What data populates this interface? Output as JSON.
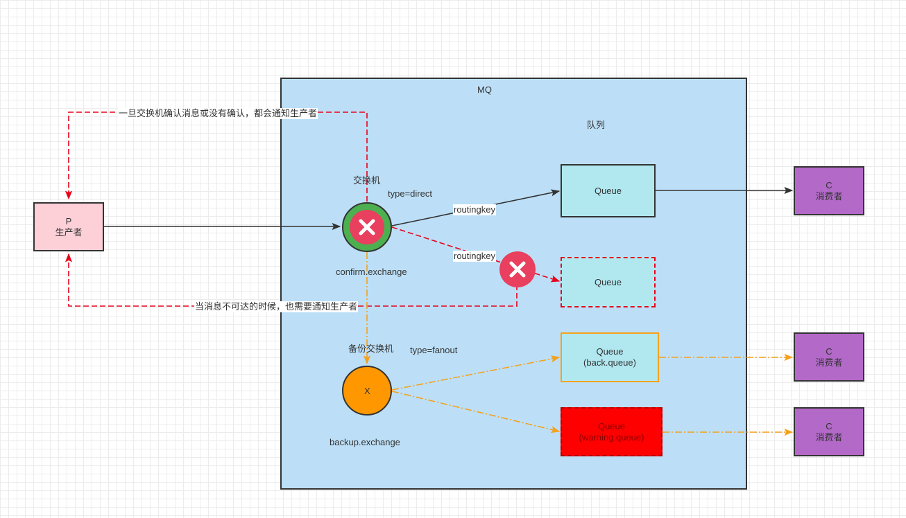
{
  "mq": {
    "title": "MQ"
  },
  "queue_section_label": "队列",
  "producer": {
    "letter": "P",
    "label": "生产者"
  },
  "confirm_exchange": {
    "title": "交换机",
    "type": "type=direct",
    "name": "confirm.exchange"
  },
  "backup_exchange": {
    "title": "备份交换机",
    "type": "type=fanout",
    "symbol": "X",
    "name": "backup.exchange"
  },
  "edge_labels": {
    "routing_ok": "routingkey",
    "routing_fail": "routingkey",
    "confirm_notice": "一旦交换机确认消息或没有确认，都会通知生产者",
    "unroutable_notice": "当消息不可达的时候，也需要通知生产者"
  },
  "queues": [
    {
      "label": "Queue",
      "sub": ""
    },
    {
      "label": "Queue",
      "sub": ""
    },
    {
      "label": "Queue",
      "sub": "(back.queue)"
    },
    {
      "label": "Queue",
      "sub": "(warning.queue)"
    }
  ],
  "consumers": [
    {
      "letter": "C",
      "label": "消费者"
    },
    {
      "letter": "C",
      "label": "消费者"
    },
    {
      "letter": "C",
      "label": "消费者"
    }
  ],
  "colors": {
    "mq_fill": "#bcdff7",
    "producer_fill": "#fdd0d8",
    "queue_fill": "#b1e8f0",
    "warning_queue_fill": "#ff0000",
    "consumer_fill": "#b369c8",
    "confirm_exchange_fill": "#4caf50",
    "backup_exchange_fill": "#ff9800",
    "error_red": "#e8001a",
    "fanout_orange": "#f5a11c"
  },
  "icons": {
    "failure": "x-circle-icon",
    "arrow": "arrowhead-icon"
  }
}
